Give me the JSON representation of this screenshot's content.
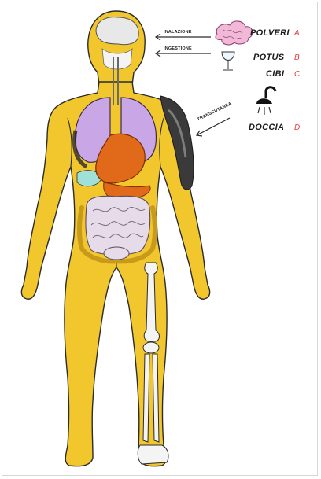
{
  "colors": {
    "skin": "#f2c72e",
    "outline": "#2b2b2b",
    "lungs": "#c9a6e6",
    "stomach": "#e06a1a",
    "intestine": "#e6dbe9",
    "bone": "#f4f4f4",
    "brain": "#e8e8e8",
    "letters": "#e03c3c",
    "muscle_dark": "#3a3a3a"
  },
  "routes": {
    "inhalation": "INALAZIONE",
    "ingestion": "INGESTIONE",
    "dermal": "TRANSCUTANEA"
  },
  "sources": [
    {
      "name": "POLVERI",
      "letter": "A",
      "icon": "dust-cloud-icon"
    },
    {
      "name": "POTUS",
      "letter": "B",
      "icon": "glass-icon"
    },
    {
      "name": "CIBI",
      "letter": "C",
      "icon": ""
    },
    {
      "name": "DOCCIA",
      "letter": "D",
      "icon": "shower-icon"
    }
  ]
}
